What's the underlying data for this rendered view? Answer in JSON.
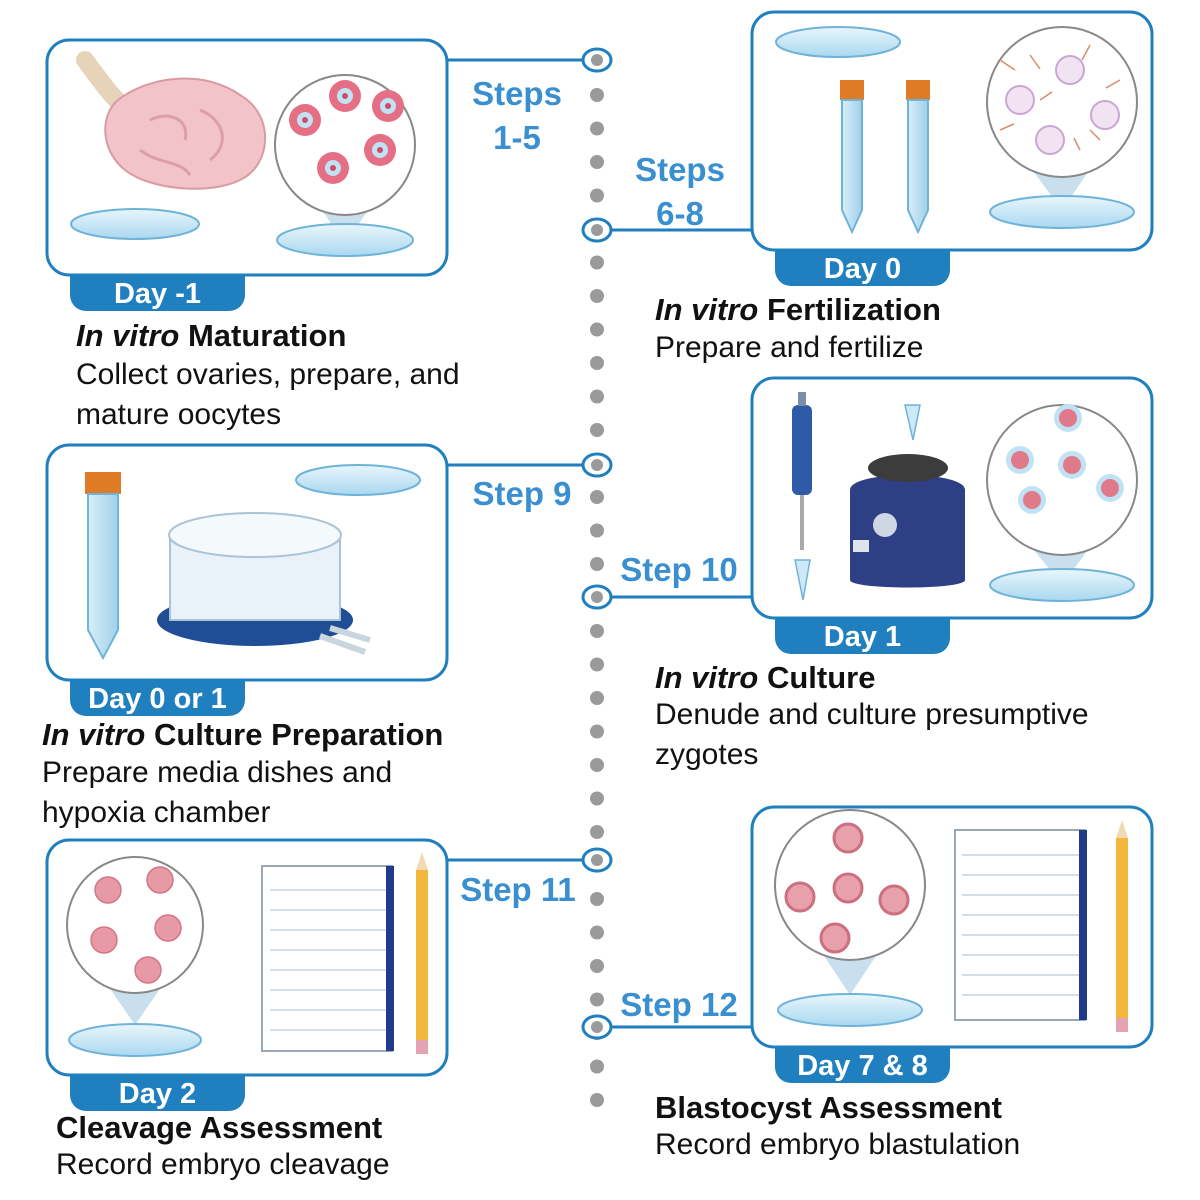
{
  "stages": [
    {
      "day": "Day -1",
      "title_italic": "In vitro",
      "title_rest": " Maturation",
      "desc": "Collect ovaries, prepare, and mature oocytes",
      "steps": "Steps 1-5"
    },
    {
      "day": "Day 0",
      "title_italic": "In vitro",
      "title_rest": " Fertilization",
      "desc": "Prepare and fertilize",
      "steps": "Steps 6-8"
    },
    {
      "day": "Day 0 or 1",
      "title_italic": "In vitro",
      "title_rest": " Culture Preparation",
      "desc": "Prepare media dishes and hypoxia chamber",
      "steps": "Step 9"
    },
    {
      "day": "Day 1",
      "title_italic": "In vitro",
      "title_rest": " Culture",
      "desc": "Denude and culture presumptive zygotes",
      "steps": "Step 10"
    },
    {
      "day": "Day 2",
      "title_italic": "",
      "title_rest": "Cleavage Assessment",
      "desc": "Record embryo cleavage",
      "steps": "Step 11"
    },
    {
      "day": "Day 7 & 8",
      "title_italic": "",
      "title_rest": "Blastocyst Assessment",
      "desc": "Record embryo blastulation",
      "steps": "Step 12"
    }
  ],
  "colors": {
    "frame": "#1f7fbf",
    "step_text": "#3a8fd0",
    "timeline_dot": "#9a9a9a",
    "dish": "#bfe3f4",
    "cell": "#e07a8a",
    "tube_cap": "#e07b25"
  }
}
